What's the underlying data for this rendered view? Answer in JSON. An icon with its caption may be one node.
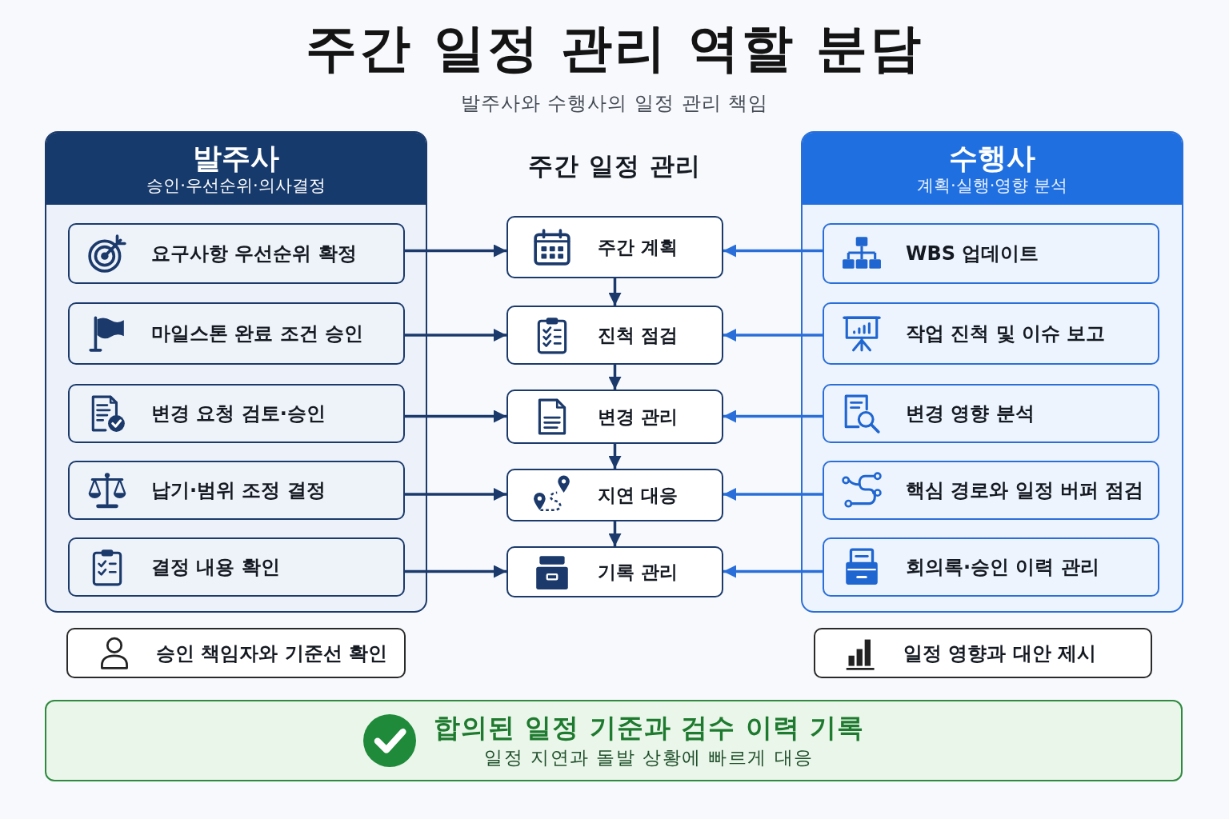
{
  "diagram": {
    "title": "주간 일정 관리 역할 분담",
    "nodes": [
      {
        "text": [
          "발주사",
          "승인·우선순위·의사결정"
        ]
      },
      {
        "text": [
          "요구사항 우선순위 확정"
        ],
        "in": 0
      },
      {
        "text": [
          "마일스톤 완료 조건 승인"
        ],
        "in": 0
      },
      {
        "text": [
          "변경 요청 검토·승인"
        ],
        "in": 0
      },
      {
        "text": [
          "납기·범위 조정 결정"
        ],
        "in": 0
      },
      {
        "text": [
          "결정 내용 확인"
        ],
        "in": 0
      },
      {
        "text": [
          "주간 계획"
        ]
      },
      {
        "text": [
          "진척 점검"
        ]
      },
      {
        "text": [
          "변경 관리"
        ]
      },
      {
        "text": [
          "지연 대응"
        ]
      },
      {
        "text": [
          "기록 관리"
        ]
      },
      {
        "text": [
          "수행사",
          "계획·실행·영향 분석"
        ]
      },
      {
        "text": [
          "WBS 업데이트"
        ],
        "in": 11
      },
      {
        "text": [
          "작업 진척 및 이슈 보고"
        ],
        "in": 11
      },
      {
        "text": [
          "변경 영향 분석"
        ],
        "in": 11
      },
      {
        "text": [
          "핵심 경로와 일정 버퍼 점검"
        ],
        "in": 11
      },
      {
        "text": [
          "회의록·승인 이력 관리"
        ],
        "in": 11
      },
      {
        "text": [
          "승인 책임자와 기준선 확인"
        ]
      },
      {
        "text": [
          "일정 영향과 대안 제시"
        ]
      },
      {
        "text": [
          "합의된 일정 기준과 검수 이력 기록",
          "일정 지연과 돌발 상황에 빠르게 대응"
        ]
      }
    ],
    "edges": [
      {
        "from": 1,
        "to": 6,
        "arrow": "to"
      },
      {
        "from": 2,
        "to": 7,
        "arrow": "to"
      },
      {
        "from": 3,
        "to": 8,
        "arrow": "to"
      },
      {
        "from": 4,
        "to": 9,
        "arrow": "to"
      },
      {
        "from": 5,
        "to": 10,
        "arrow": "to"
      },
      {
        "from": 12,
        "to": 6,
        "arrow": "to",
        "color": "#2a6fd9"
      },
      {
        "from": 13,
        "to": 7,
        "arrow": "to",
        "color": "#2a6fd9"
      },
      {
        "from": 14,
        "to": 8,
        "arrow": "to",
        "color": "#2a6fd9"
      },
      {
        "from": 15,
        "to": 9,
        "arrow": "to",
        "color": "#2a6fd9"
      },
      {
        "from": 16,
        "to": 10,
        "arrow": "to",
        "color": "#2a6fd9"
      },
      {
        "from": 6,
        "to": 7,
        "arrow": "to"
      },
      {
        "from": 7,
        "to": 8,
        "arrow": "to"
      },
      {
        "from": 8,
        "to": 9,
        "arrow": "to"
      },
      {
        "from": 9,
        "to": 10,
        "arrow": "to"
      }
    ],
    "labels": [
      "발주사와 수행사의 일정 관리 책임",
      "주간 일정 관리"
    ]
  }
}
